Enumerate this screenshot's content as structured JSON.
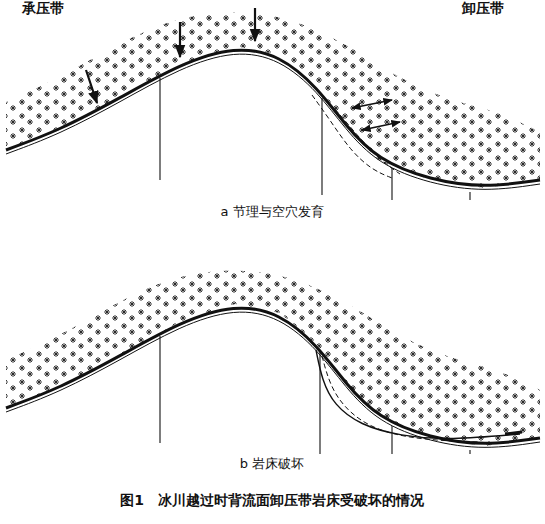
{
  "diagram": {
    "caption": "图1　冰川越过时背流面卸压带岩床受破坏的情况",
    "labels": [
      "承压带",
      "卸压带",
      "a 节理与空穴发育",
      "b 岩床破坏"
    ]
  }
}
